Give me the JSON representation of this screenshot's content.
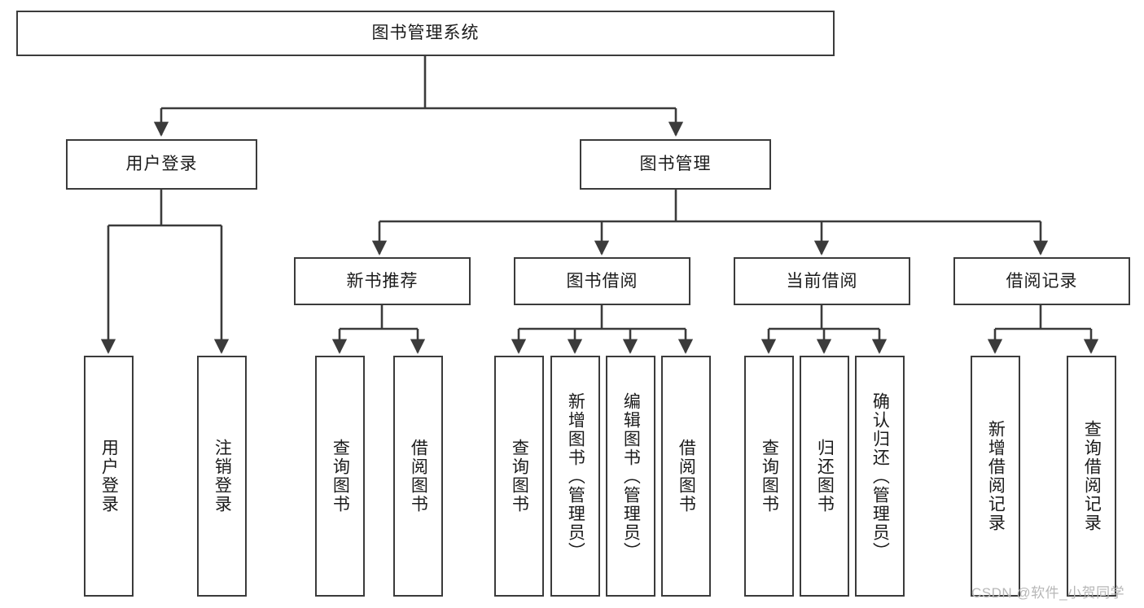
{
  "diagram": {
    "type": "tree-hierarchy",
    "title": "图书管理系统",
    "watermark": "CSDN @软件_小贺同学",
    "colors": {
      "box_border": "#3b3b3b",
      "box_fill": "#ffffff",
      "connector": "#3b3b3b",
      "text": "#1b1b1b",
      "watermark": "#b7b7b7"
    },
    "levels": {
      "root": {
        "label": "图书管理系统"
      },
      "level2": [
        {
          "id": "login",
          "label": "用户登录"
        },
        {
          "id": "bookmgmt",
          "label": "图书管理"
        }
      ],
      "level3": [
        {
          "id": "newbook",
          "label": "新书推荐",
          "parent": "bookmgmt"
        },
        {
          "id": "borrow",
          "label": "图书借阅",
          "parent": "bookmgmt"
        },
        {
          "id": "current",
          "label": "当前借阅",
          "parent": "bookmgmt"
        },
        {
          "id": "record",
          "label": "借阅记录",
          "parent": "bookmgmt"
        }
      ],
      "leaves": [
        {
          "id": "leaf-1",
          "label": "用户登录",
          "parent": "login"
        },
        {
          "id": "leaf-2",
          "label": "注销登录",
          "parent": "login"
        },
        {
          "id": "leaf-3",
          "label": "查询图书",
          "parent": "newbook"
        },
        {
          "id": "leaf-4",
          "label": "借阅图书",
          "parent": "newbook"
        },
        {
          "id": "leaf-5",
          "label": "查询图书",
          "parent": "borrow"
        },
        {
          "id": "leaf-6",
          "label": "新增图书（管理员）",
          "parent": "borrow"
        },
        {
          "id": "leaf-7",
          "label": "编辑图书（管理员）",
          "parent": "borrow"
        },
        {
          "id": "leaf-8",
          "label": "借阅图书",
          "parent": "borrow"
        },
        {
          "id": "leaf-9",
          "label": "查询图书",
          "parent": "current"
        },
        {
          "id": "leaf-10",
          "label": "归还图书",
          "parent": "current"
        },
        {
          "id": "leaf-11",
          "label": "确认归还（管理员）",
          "parent": "current"
        },
        {
          "id": "leaf-12",
          "label": "新增借阅记录",
          "parent": "record"
        },
        {
          "id": "leaf-13",
          "label": "查询借阅记录",
          "parent": "record"
        }
      ]
    }
  }
}
